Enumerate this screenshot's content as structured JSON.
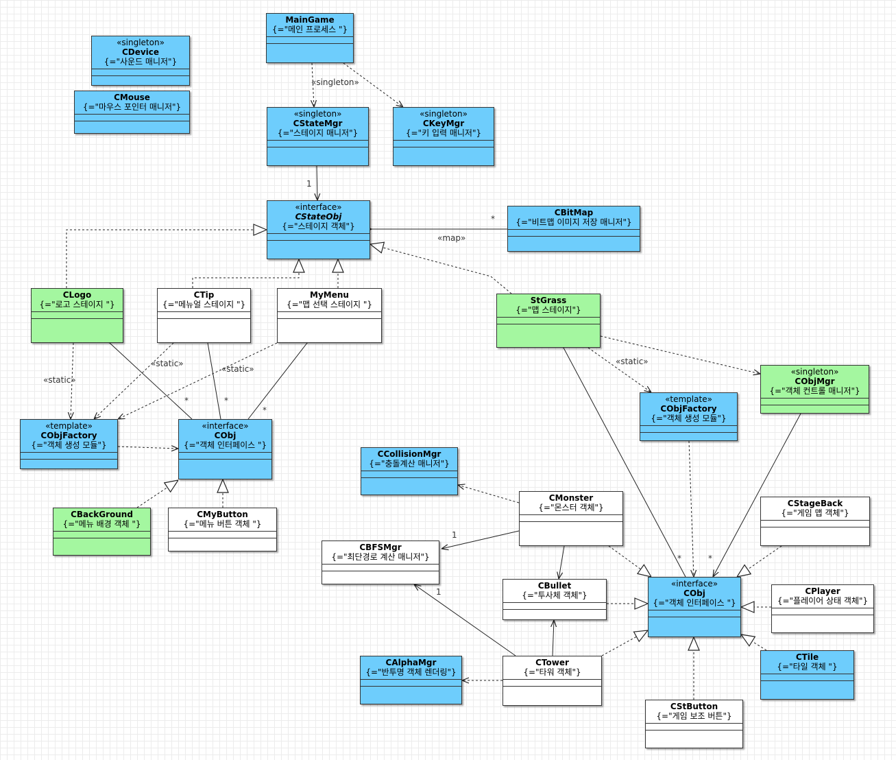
{
  "classes": [
    {
      "id": "maingame",
      "name": "MainGame",
      "desc": "{=\"메인 프로세스 \"}",
      "color": "blue"
    },
    {
      "id": "cdevice",
      "stereotype": "«singleton»",
      "name": "CDevice",
      "desc": "{=\"사운드 매니저\"}",
      "color": "blue"
    },
    {
      "id": "cmouse",
      "name": "CMouse",
      "desc": "{=\"마우스 포인터 매니저\"}",
      "color": "blue"
    },
    {
      "id": "cstatemgr",
      "stereotype": "«singleton»",
      "name": "CStateMgr",
      "desc": "{=\"스테이지 매니저\"}",
      "color": "blue"
    },
    {
      "id": "ckeymgr",
      "stereotype": "«singleton»",
      "name": "CKeyMgr",
      "desc": "{=\"키 입력 매니저\"}",
      "color": "blue"
    },
    {
      "id": "cstateobj",
      "stereotype": "«interface»",
      "name": "CStateObj",
      "italic": true,
      "desc": "{=\"스테이지 객체\"}",
      "color": "blue"
    },
    {
      "id": "cbitmap",
      "name": "CBitMap",
      "desc": "{=\"비트맵 이미지 저장 매니저\"}",
      "color": "blue"
    },
    {
      "id": "clogo",
      "name": "CLogo",
      "desc": "{=\"로고 스테이지 \"}",
      "color": "green"
    },
    {
      "id": "ctip",
      "name": "CTip",
      "desc": "{=\"메뉴얼 스테이지 \"}",
      "color": "white"
    },
    {
      "id": "mymenu",
      "name": "MyMenu",
      "desc": "{=\"맵 선택  스테이지 \"}",
      "color": "white"
    },
    {
      "id": "stgrass",
      "name": "StGrass",
      "desc": "{=\"맵 스테이지\"}",
      "color": "green"
    },
    {
      "id": "cobjfactory1",
      "stereotype": "«template»",
      "name": "CObjFactory",
      "desc": "{=\"객체 생성 모듈\"}",
      "color": "blue"
    },
    {
      "id": "cobj1",
      "stereotype": "«interface»",
      "name": "CObj",
      "desc": "{=\"객체 인터페이스 \"}",
      "color": "blue"
    },
    {
      "id": "cbackground",
      "name": "CBackGround",
      "desc": "{=\"메뉴 배경 객체 \"}",
      "color": "green"
    },
    {
      "id": "cmybutton",
      "name": "CMyButton",
      "desc": "{=\"메뉴 버튼 객체 \"}",
      "color": "white"
    },
    {
      "id": "cobjfactory2",
      "stereotype": "«template»",
      "name": "CObjFactory",
      "desc": "{=\"객체 생성 모듈\"}",
      "color": "blue"
    },
    {
      "id": "cobjmgr",
      "stereotype": "«singleton»",
      "name": "CObjMgr",
      "desc": "{=\"객체 컨트롤 매니저\"}",
      "color": "green"
    },
    {
      "id": "ccollisionmgr",
      "name": "CCollisionMgr",
      "desc": "{=\"충돌계산 매니저\"}",
      "color": "blue"
    },
    {
      "id": "cmonster",
      "name": "CMonster",
      "desc": "{=\"몬스터 객체\"}",
      "color": "white"
    },
    {
      "id": "cstageback",
      "name": "CStageBack",
      "desc": "{=\"게임 맵 객체\"}",
      "color": "white"
    },
    {
      "id": "cbfsmgr",
      "name": "CBFSMgr",
      "desc": "{=\"최단경로 계산 매니저\"}",
      "color": "white"
    },
    {
      "id": "cbullet",
      "name": "CBullet",
      "desc": "{=\"투사체 객체\"}",
      "color": "white"
    },
    {
      "id": "cobj2",
      "stereotype": "«interface»",
      "name": "CObj",
      "desc": "{=\"객체 인터페이스 \"}",
      "color": "blue"
    },
    {
      "id": "cplayer",
      "name": "CPlayer",
      "desc": "{=\"플레이어 상태 객체\"}",
      "color": "white"
    },
    {
      "id": "calphamgr",
      "name": "CAlphaMgr",
      "desc": "{=\"반투명 객체 렌더링\"}",
      "color": "blue"
    },
    {
      "id": "ctower",
      "name": "CTower",
      "desc": "{=\"타워 객체\"}",
      "color": "white"
    },
    {
      "id": "ctile",
      "name": "CTile",
      "desc": "{=\"타일 객체 \"}",
      "color": "blue"
    },
    {
      "id": "cstbutton",
      "name": "CStButton",
      "desc": "{=\"게임 보조 버튼\"}",
      "color": "white"
    }
  ],
  "labels": {
    "singleton_edge": "«singleton»",
    "mult_statemgr": "1",
    "map_edge": "«map»",
    "mult_bitmap": "*",
    "static_logo": "«static»",
    "static_tip": "«static»",
    "static_menu": "«static»",
    "static_grass": "«static»",
    "mult_logo_obj": "*",
    "mult_tip_obj": "*",
    "mult_menu_obj": "*",
    "mult_grass_obj": "*",
    "mult_objmgr_obj": "*",
    "mult_monster_bfs": "1",
    "mult_tower_bfs": "1"
  },
  "colors": {
    "blue": "#6ecdfc",
    "green": "#a4f7a0",
    "white": "#ffffff",
    "line": "#222222"
  }
}
